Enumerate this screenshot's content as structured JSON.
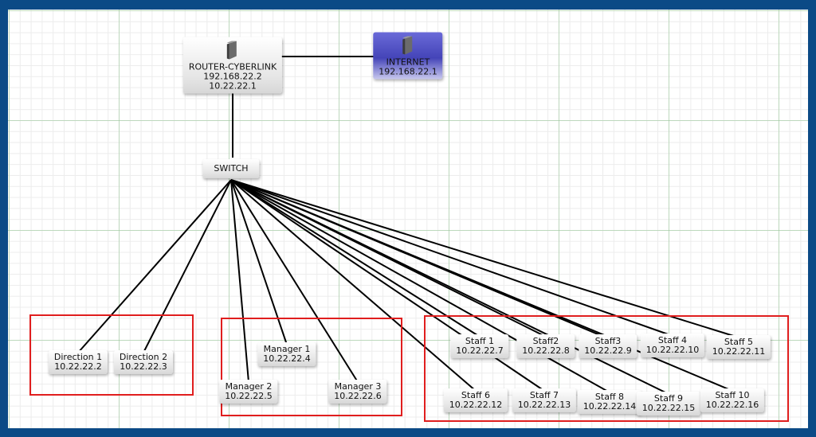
{
  "nodes": [
    {
      "id": "router",
      "title": "ROUTER-CYBERLINK",
      "ips": [
        "192.168.22.2",
        "10.22.22.1"
      ],
      "icon": "server-icon"
    },
    {
      "id": "internet",
      "title": "INTERNET",
      "ips": [
        "192.168.22.1"
      ],
      "icon": "server-icon"
    },
    {
      "id": "switch",
      "title": "SWITCH",
      "ips": []
    },
    {
      "id": "direction1",
      "title": "Direction 1",
      "ips": [
        "10.22.22.2"
      ]
    },
    {
      "id": "direction2",
      "title": "Direction 2",
      "ips": [
        "10.22.22.3"
      ]
    },
    {
      "id": "manager1",
      "title": "Manager 1",
      "ips": [
        "10.22.22.4"
      ]
    },
    {
      "id": "manager2",
      "title": "Manager 2",
      "ips": [
        "10.22.22.5"
      ]
    },
    {
      "id": "manager3",
      "title": "Manager 3",
      "ips": [
        "10.22.22.6"
      ]
    },
    {
      "id": "staff1",
      "title": "Staff 1",
      "ips": [
        "10.22.22.7"
      ]
    },
    {
      "id": "staff2",
      "title": "Staff2",
      "ips": [
        "10.22.22.8"
      ]
    },
    {
      "id": "staff3",
      "title": "Staff3",
      "ips": [
        "10.22.22.9"
      ]
    },
    {
      "id": "staff4",
      "title": "Staff 4",
      "ips": [
        "10.22.22.10"
      ]
    },
    {
      "id": "staff5",
      "title": "Staff 5",
      "ips": [
        "10.22.22.11"
      ]
    },
    {
      "id": "staff6",
      "title": "Staff 6",
      "ips": [
        "10.22.22.12"
      ]
    },
    {
      "id": "staff7",
      "title": "Staff 7",
      "ips": [
        "10.22.22.13"
      ]
    },
    {
      "id": "staff8",
      "title": "Staff 8",
      "ips": [
        "10.22.22.14"
      ]
    },
    {
      "id": "staff9",
      "title": "Staff 9",
      "ips": [
        "10.22.22.15"
      ]
    },
    {
      "id": "staff10",
      "title": "Staff 10",
      "ips": [
        "10.22.22.16"
      ]
    }
  ],
  "links": [
    [
      "router",
      "internet"
    ],
    [
      "router",
      "switch"
    ],
    [
      "switch",
      "direction1"
    ],
    [
      "switch",
      "direction2"
    ],
    [
      "switch",
      "manager1"
    ],
    [
      "switch",
      "manager2"
    ],
    [
      "switch",
      "manager3"
    ],
    [
      "switch",
      "staff1"
    ],
    [
      "switch",
      "staff2"
    ],
    [
      "switch",
      "staff3"
    ],
    [
      "switch",
      "staff4"
    ],
    [
      "switch",
      "staff5"
    ],
    [
      "switch",
      "staff6"
    ],
    [
      "switch",
      "staff7"
    ],
    [
      "switch",
      "staff8"
    ],
    [
      "switch",
      "staff9"
    ],
    [
      "switch",
      "staff10"
    ]
  ],
  "groups": [
    {
      "id": "direction-group",
      "members": [
        "direction1",
        "direction2"
      ]
    },
    {
      "id": "manager-group",
      "members": [
        "manager1",
        "manager2",
        "manager3"
      ]
    },
    {
      "id": "staff-group",
      "members": [
        "staff1",
        "staff2",
        "staff3",
        "staff4",
        "staff5",
        "staff6",
        "staff7",
        "staff8",
        "staff9",
        "staff10"
      ]
    }
  ],
  "colors": {
    "link": "#000000",
    "group_border": "#e01e1e",
    "internet_fill": "#4444b8",
    "frame": "#0b4a86"
  }
}
